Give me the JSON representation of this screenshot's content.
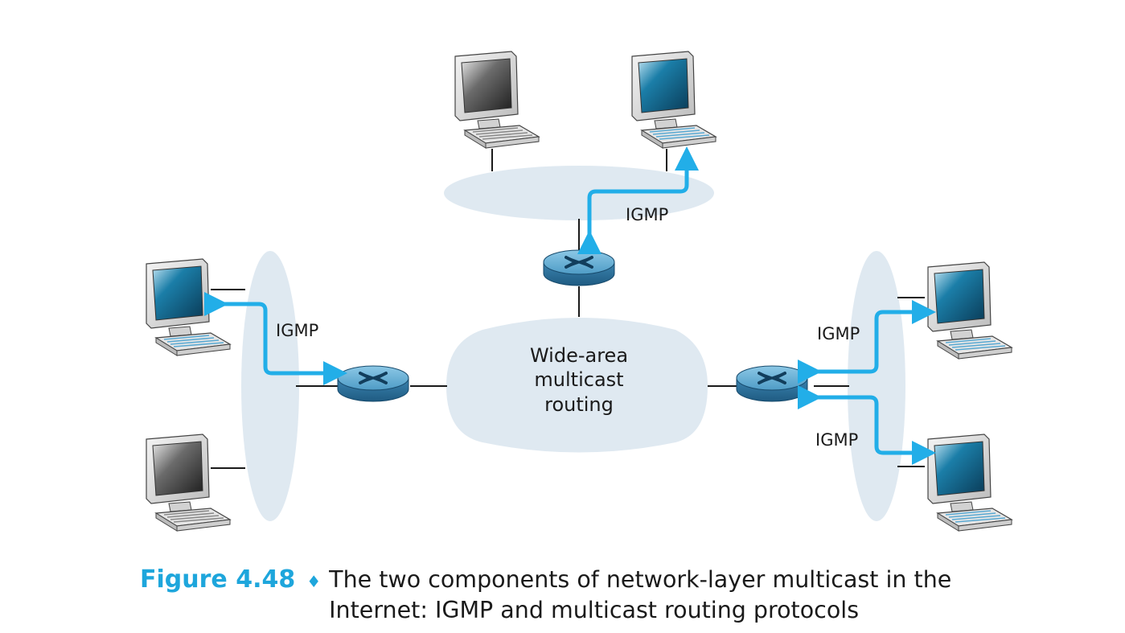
{
  "diagram": {
    "wan_label_lines": [
      "Wide-area",
      "multicast",
      "routing"
    ],
    "igmp_label": "IGMP"
  },
  "caption": {
    "figure_number": "Figure 4.48",
    "separator": "♦",
    "line1": "The two components of network-layer multicast in the",
    "line2": "Internet: IGMP and multicast routing protocols"
  },
  "colors": {
    "accent": "#1ea6dc",
    "arrow": "#22aee8",
    "lan_fill": "#dfe9f1",
    "router_fill": "#5fa9d0"
  },
  "icons": [
    "computer-icon",
    "router-icon",
    "lan-ellipse",
    "wan-cloud"
  ]
}
